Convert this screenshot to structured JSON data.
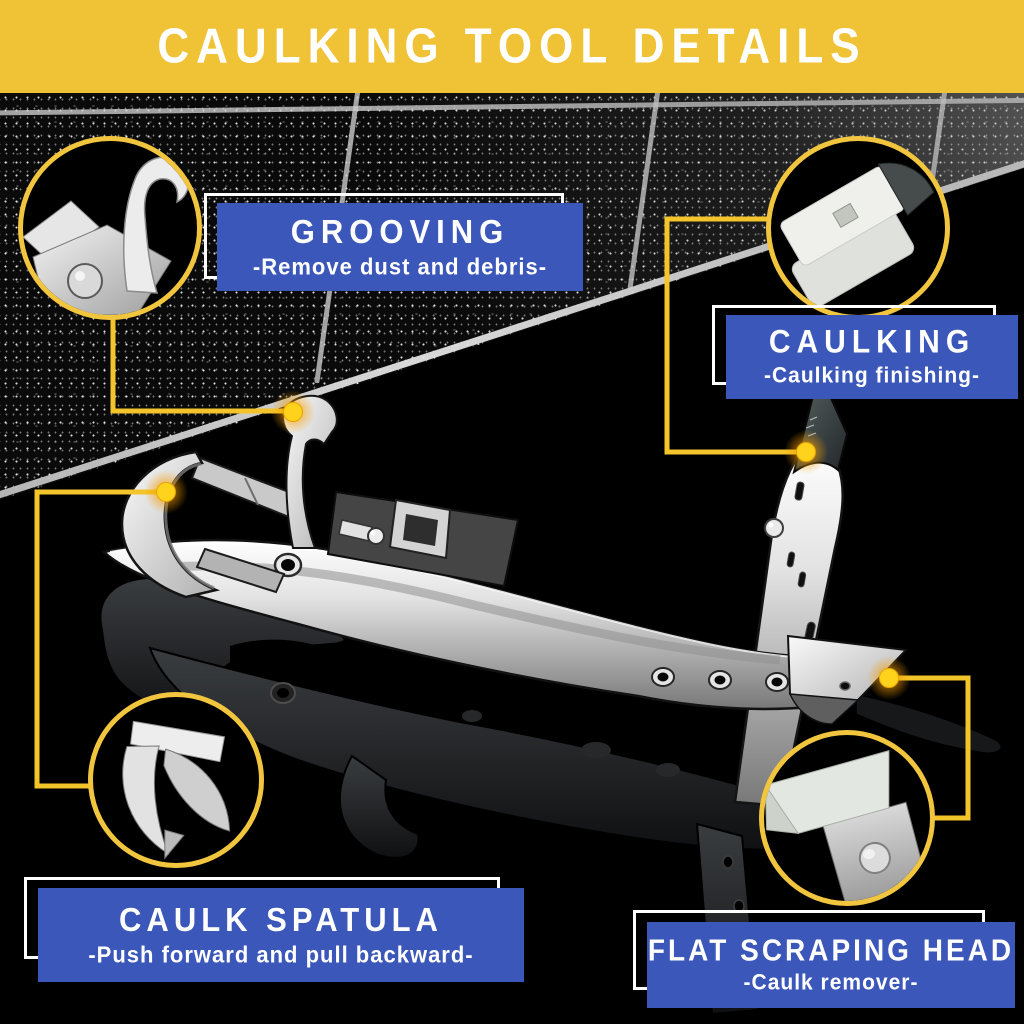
{
  "banner": {
    "title": "CAULKING TOOL DETAILS"
  },
  "callouts": [
    {
      "id": "grooving",
      "title": "GROOVING",
      "subtitle": "-Remove dust and debris-",
      "icon": "grooving-hook-closeup"
    },
    {
      "id": "caulking",
      "title": "CAULKING",
      "subtitle": "-Caulking finishing-",
      "icon": "caulking-tip-closeup"
    },
    {
      "id": "caulk-spatula",
      "title": "CAULK SPATULA",
      "subtitle": "-Push forward and pull backward-",
      "icon": "caulk-spatula-closeup"
    },
    {
      "id": "flat-scraping-head",
      "title": "FLAT SCRAPING HEAD",
      "subtitle": "-Caulk remover-",
      "icon": "flat-scraping-head-closeup"
    }
  ],
  "colors": {
    "banner_yellow": "#F0C235",
    "accent_yellow": "#F2C53F",
    "connector_yellow": "#F3C52A",
    "glow_yellow": "#FFD21C",
    "label_blue": "#3A57B9",
    "label_frame_white": "#FFFFFF",
    "label_text": "#FFFFFF",
    "background": "#000000"
  },
  "scene": {
    "subject": "caulking-tool",
    "background": "black-tile-wall"
  }
}
